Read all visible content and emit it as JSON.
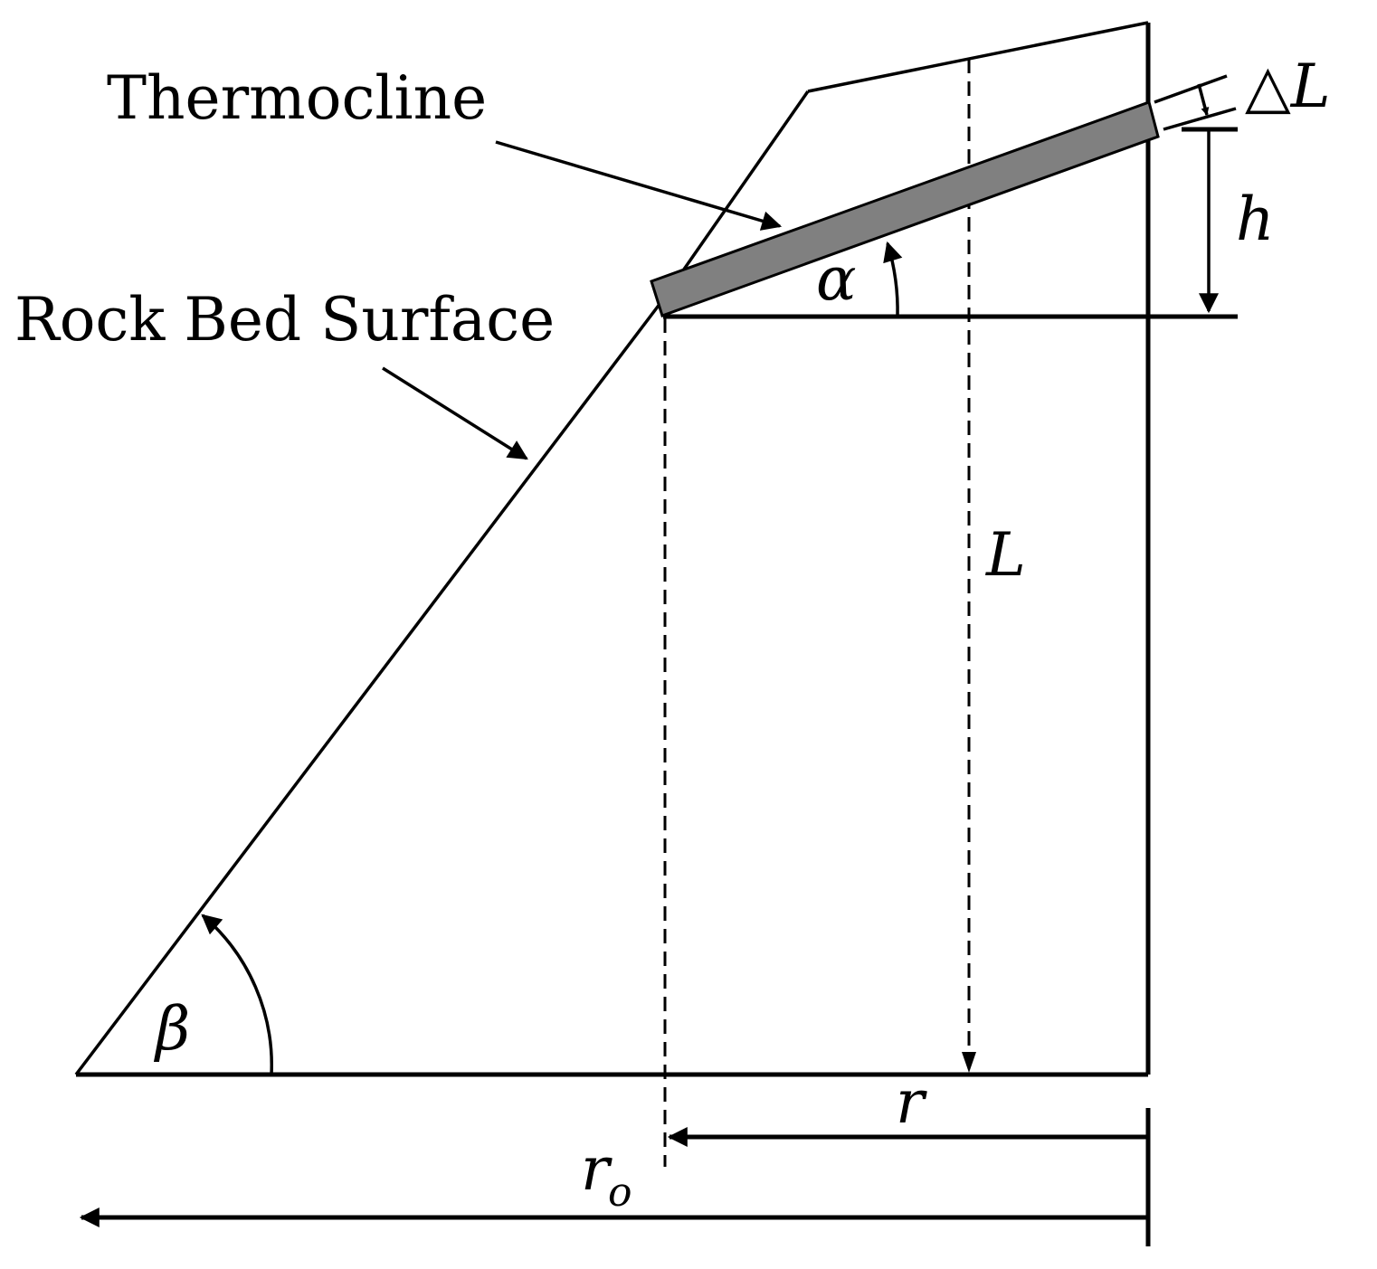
{
  "labels": {
    "thermocline": "Thermocline",
    "rock_bed_surface": "Rock Bed Surface",
    "delta_l": "△L",
    "h": "h",
    "alpha": "α",
    "L": "L",
    "beta": "β",
    "r": "r",
    "r_o_main": "r",
    "r_o_sub": "o"
  },
  "colors": {
    "line": "#000000",
    "thermocline_fill": "#808080",
    "background": "#ffffff"
  }
}
